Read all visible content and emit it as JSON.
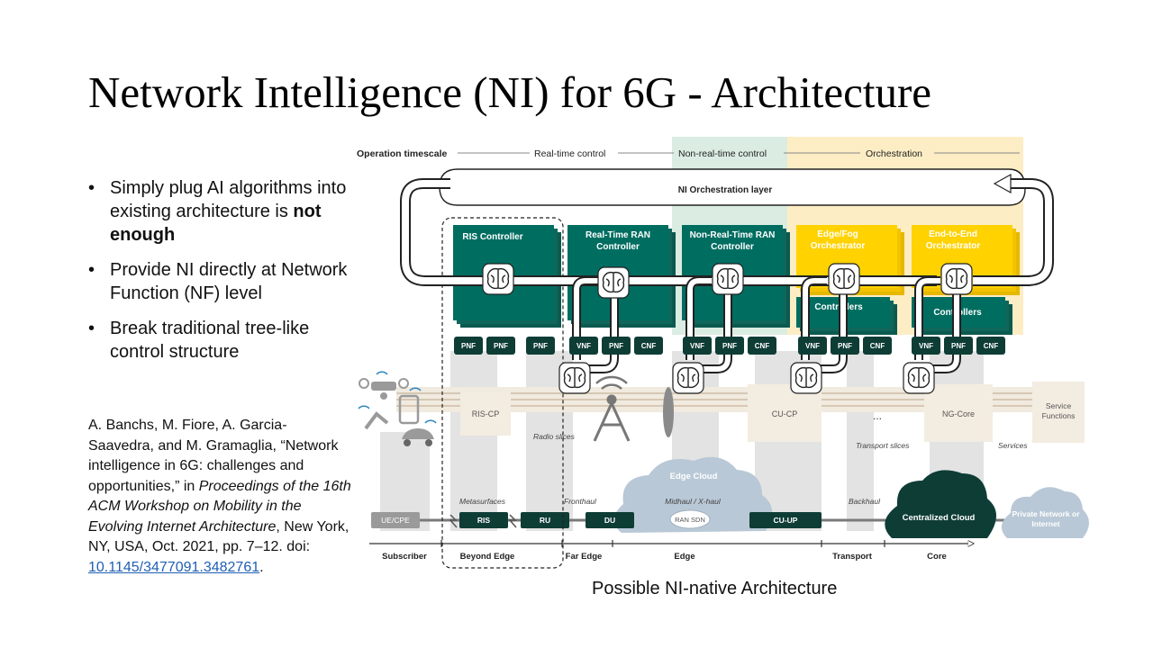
{
  "title": "Network Intelligence (NI) for 6G - Architecture",
  "bullets": [
    {
      "pre": "Simply plug AI algorithms into existing architecture is ",
      "bold": "not enough"
    },
    {
      "pre": "Provide NI directly at Network Function (NF) level",
      "bold": ""
    },
    {
      "pre": "Break traditional tree-like control structure",
      "bold": ""
    }
  ],
  "reference": {
    "authors": "A. Banchs, M. Fiore, A. Garcia-Saavedra, and M. Gramaglia, “Network intelligence in 6G: challenges and opportunities,” in ",
    "venue": "Proceedings of the 16th ACM Workshop on Mobility in the Evolving Internet Architecture",
    "rest": ", New York, NY, USA, Oct. 2021, pp. 7–12. doi: ",
    "doi": "10.1145/3477091.3482761",
    "end": "."
  },
  "caption": "Possible NI-native Architecture",
  "diagram": {
    "timescale_label": "Operation timescale",
    "timescales": [
      "Real-time control",
      "Non-real-time control",
      "Orchestration"
    ],
    "orchestration_layer": "NI Orchestration layer",
    "controllers": [
      "RIS Controller",
      "Real-Time RAN Controller",
      "Non-Real-Time RAN Controller",
      "Edge/Fog Orchestrator",
      "End-to-End Orchestrator"
    ],
    "sub_controllers": [
      "Controllers",
      "Controllers"
    ],
    "nf_labels": [
      "PNF",
      "PNF",
      "PNF",
      "VNF",
      "PNF",
      "CNF",
      "VNF",
      "PNF",
      "CNF",
      "VNF",
      "PNF",
      "CNF",
      "VNF",
      "PNF",
      "CNF"
    ],
    "middle": {
      "ris_cp": "RIS-CP",
      "cu_cp": "CU-CP",
      "dots": "...",
      "ng_core": "NG-Core",
      "service_functions": "Service Functions",
      "radio_slices": "Radio slices",
      "transport_slices": "Transport slices",
      "services": "Services"
    },
    "bottom": {
      "ue_cpe": "UE/CPE",
      "ris": "RIS",
      "ru": "RU",
      "du": "DU",
      "ran_sdn": "RAN SDN",
      "cu_up": "CU-UP",
      "edge_cloud": "Edge Cloud",
      "centralized_cloud": "Centralized Cloud",
      "private_network": "Private Network or Internet",
      "metasurfaces": "Metasurfaces",
      "fronthaul": "Fronthaul",
      "midhaul": "Midhaul / X-haul",
      "backhaul": "Backhaul"
    },
    "segments": [
      "Subscriber",
      "Beyond Edge",
      "Far Edge",
      "Edge",
      "Transport",
      "Core"
    ],
    "colors": {
      "teal": "#006d61",
      "dark_teal": "#0e3d36",
      "yellow": "#ffd200",
      "light_yellow": "#fdedc4",
      "light_green": "#dbece2",
      "beige": "#f3ece1",
      "grey": "#dedede"
    }
  }
}
